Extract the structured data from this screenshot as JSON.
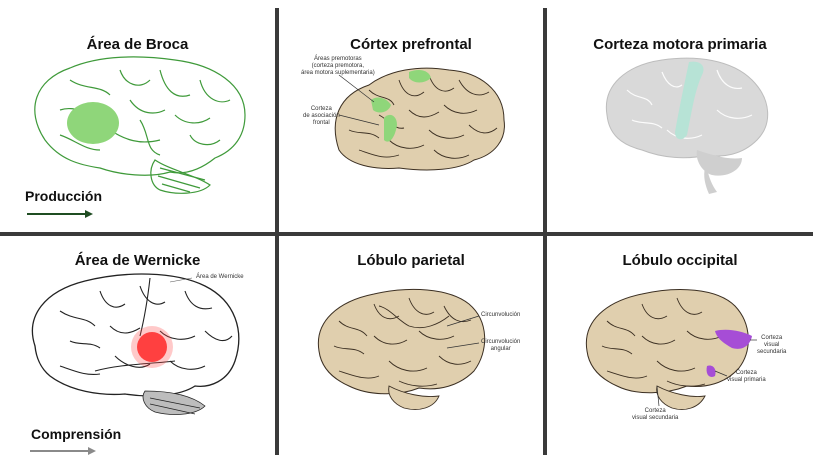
{
  "panels": {
    "broca": {
      "title": "Área de Broca",
      "label": "Producción",
      "arrow_color": "#1f4d22",
      "highlight_color": "#8fd67a"
    },
    "prefrontal": {
      "title": "Córtex prefrontal",
      "annotations": {
        "premotor": [
          "Áreas premotoras",
          "(corteza premotora,",
          "área motora suplementaria)"
        ],
        "association": [
          "Corteza",
          "de asociación",
          "frontal"
        ]
      },
      "highlight_color": "#8fd67a"
    },
    "motor": {
      "title": "Corteza motora primaria",
      "highlight_color": "#b7e3d6"
    },
    "wernicke": {
      "title": "Área de Wernicke",
      "annotation": "Área de Wernicke",
      "label": "Comprensión",
      "arrow_color": "#8a8a8a",
      "highlight_color": "#ff1a1a"
    },
    "parietal": {
      "title": "Lóbulo parietal",
      "annotations": {
        "upper": "Circunvolución",
        "lower": [
          "Circunvolución",
          "angular"
        ]
      }
    },
    "occipital": {
      "title": "Lóbulo occipital",
      "annotations": {
        "secondary_right": [
          "Corteza",
          "visual",
          "secundaria"
        ],
        "primary": [
          "Corteza",
          "visual primaria"
        ],
        "secondary_bottom": [
          "Corteza",
          "visual secundaria"
        ]
      },
      "highlight_color": "#a64dd6"
    }
  },
  "colors": {
    "brain_fill": "#e0cfae",
    "brain_stroke": "#3b2f22",
    "grey_brain": "#d9d9d9"
  }
}
